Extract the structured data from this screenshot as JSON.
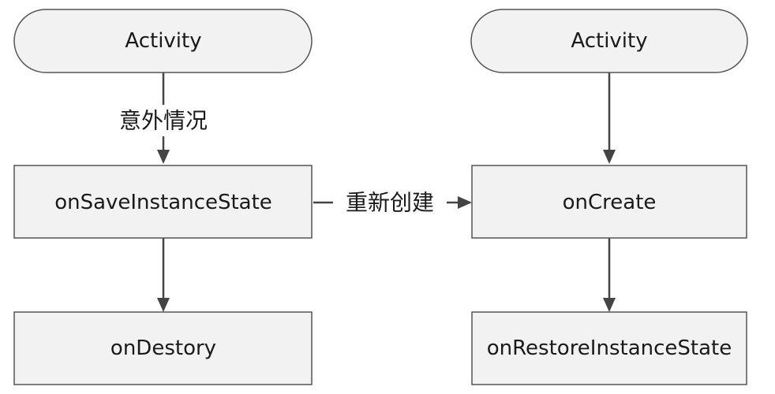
{
  "nodes": {
    "left_activity": "Activity",
    "on_save_instance_state": "onSaveInstanceState",
    "on_destory": "onDestory",
    "right_activity": "Activity",
    "on_create": "onCreate",
    "on_restore_instance_state": "onRestoreInstanceState"
  },
  "edge_labels": {
    "unexpected_situation": "意外情况",
    "recreate": "重新创建"
  },
  "colors": {
    "node_fill": "#f2f2f2",
    "node_stroke": "#555555",
    "edge": "#444444"
  }
}
